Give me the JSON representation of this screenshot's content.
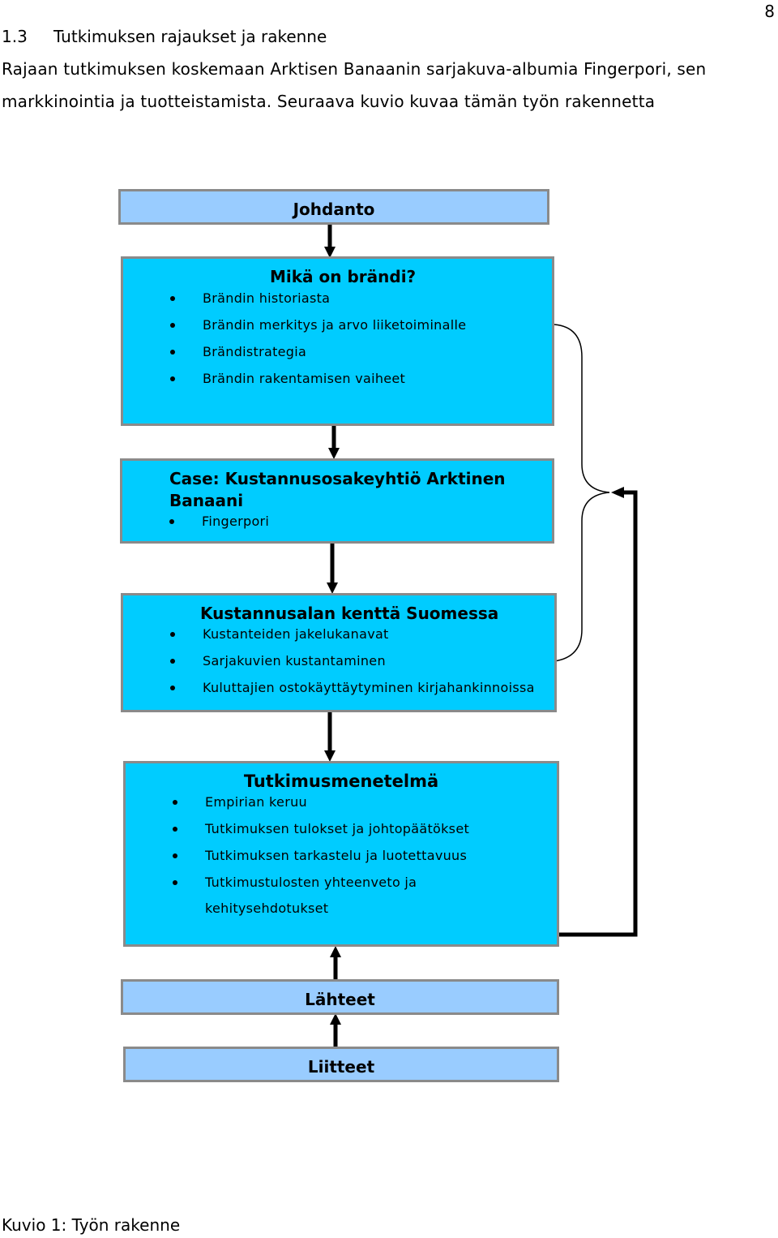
{
  "page_number": "8",
  "section": {
    "number": "1.3",
    "title": "Tutkimuksen rajaukset ja rakenne"
  },
  "paragraph": {
    "line1": "Rajaan tutkimuksen koskemaan Arktisen Banaanin sarjakuva-albumia Fingerpori, sen",
    "line2": "markkinointia ja tuotteistamista. Seuraava kuvio kuvaa tämän työn rakennetta"
  },
  "diagram": {
    "johdanto": "Johdanto",
    "brandi": {
      "title": "Mikä on brändi?",
      "items": [
        "Brändin historiasta",
        "Brändin merkitys ja arvo liiketoiminalle",
        "Brändistrategia",
        "Brändin rakentamisen vaiheet"
      ]
    },
    "case": {
      "title_line1": "Case: Kustannusosakeyhtiö Arktinen",
      "title_line2": "Banaani",
      "items": [
        "Fingerpori"
      ]
    },
    "kustannusala": {
      "title": "Kustannusalan kenttä Suomessa",
      "items": [
        "Kustanteiden jakelukanavat",
        "Sarjakuvien kustantaminen",
        "Kuluttajien ostokäyttäytyminen kirjahankinnoissa"
      ]
    },
    "menetelma": {
      "title": "Tutkimusmenetelmä",
      "items": [
        "Empirian keruu",
        "Tutkimuksen tulokset ja johtopäätökset",
        "Tutkimuksen tarkastelu ja luotettavuus",
        "Tutkimustulosten yhteenveto ja"
      ],
      "continuation": "kehitysehdotukset"
    },
    "lahteet": "Lähteet",
    "liitteet": "Liitteet"
  },
  "caption": "Kuvio 1: Työn rakenne",
  "colors": {
    "light_box": "#99ccff",
    "cyan_box": "#00ccff",
    "border": "#8a8a8a"
  }
}
